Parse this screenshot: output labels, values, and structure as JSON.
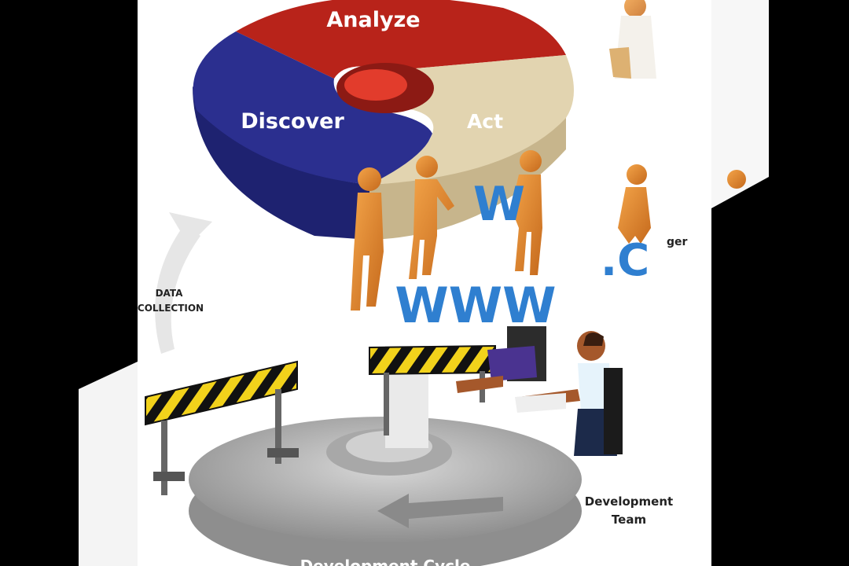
{
  "cycle": {
    "analyze": "Analyze",
    "discover": "Discover",
    "act": "Act"
  },
  "labels": {
    "data_collection_line1": "DATA",
    "data_collection_line2": "COLLECTION",
    "manager_fragment": "ger",
    "dev_team_line1": "Development",
    "dev_team_line2": "Team",
    "dev_cycle": "Development Cycle"
  },
  "letters": {
    "w": "W",
    "www": "WWW",
    "dot_c": ".C"
  },
  "colors": {
    "background": "#000000",
    "panel": "#ffffff",
    "analyze_red": "#b8231a",
    "discover_blue": "#2b2f8f",
    "act_beige": "#e2d4b0",
    "figure_orange": "#e08a2c",
    "letter_blue": "#2f7fd0",
    "hazard_yellow": "#f2d21b",
    "hazard_black": "#111111",
    "platform_gray": "#b9b9b9"
  }
}
